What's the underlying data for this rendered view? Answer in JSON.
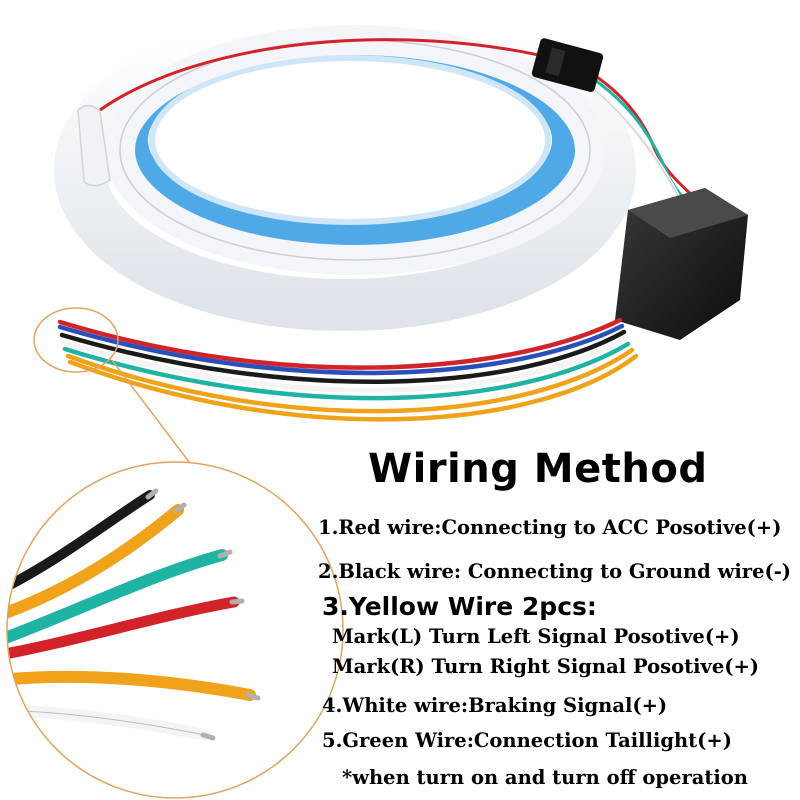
{
  "title": "Wiring Method",
  "instructions": [
    "1.Red wire:Connecting to ACC Posotive(+)",
    "2.Black wire: Connecting to Ground wire(-)",
    "3.Yellow Wire 2pcs:",
    "Mark(L) Turn Left Signal Posotive(+)",
    "Mark(R) Turn Right Signal Posotive(+)",
    "4.White wire:Braking Signal(+)",
    "5.Green Wire:Connection Taillight(+)",
    "*when turn on and turn off operation"
  ],
  "colors": {
    "strip": "#eef1f4",
    "strip_inner": "#4fa9e6",
    "controller": "#141414",
    "callout": "#e1a45e",
    "wire_red": "#d2232a",
    "wire_black": "#1a1a1a",
    "wire_yellow": "#f0a21a",
    "wire_white": "#f4f4f4",
    "wire_green": "#1fb3a4",
    "wire_blue": "#2b4fb8"
  }
}
